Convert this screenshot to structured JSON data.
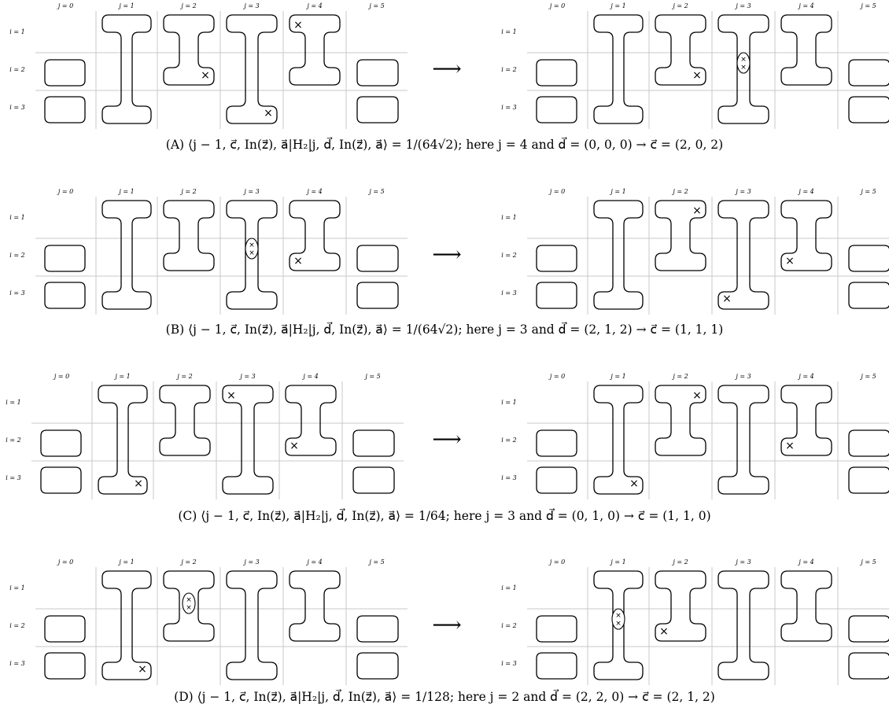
{
  "j_labels": [
    "j = 0",
    "j = 1",
    "j = 2",
    "j = 3",
    "j = 4",
    "j = 5"
  ],
  "i_labels": [
    "i = 1",
    "i = 2",
    "i = 3"
  ],
  "arrow": "⟶",
  "cross_symbol": "×",
  "panels": [
    {
      "id": "A",
      "caption_prefix": "(A)",
      "caption_expr": "⟨j − 1, c⃗, In(z⃗), a⃗|H₂|j, d⃗, In(z⃗), a⃗⟩ = 1/(64√2); here j = 4 and d⃗ = (0, 0, 0) → c⃗ = (2, 0, 2)",
      "left": {
        "columns": [
          {
            "j": 0,
            "shape": "cap",
            "crosses": []
          },
          {
            "j": 1,
            "shape": "tall",
            "crosses": []
          },
          {
            "j": 2,
            "shape": "short",
            "crosses": [
              "bottom-right"
            ]
          },
          {
            "j": 3,
            "shape": "tall",
            "crosses": [
              "bottom-right"
            ]
          },
          {
            "j": 4,
            "shape": "short",
            "crosses": [
              "top-left"
            ]
          },
          {
            "j": 5,
            "shape": "cap",
            "crosses": []
          }
        ],
        "pinch": null
      },
      "right": {
        "columns": [
          {
            "j": 0,
            "shape": "cap",
            "crosses": []
          },
          {
            "j": 1,
            "shape": "tall",
            "crosses": []
          },
          {
            "j": 2,
            "shape": "short",
            "crosses": [
              "bottom-right"
            ]
          },
          {
            "j": 3,
            "shape": "tall",
            "crosses": []
          },
          {
            "j": 4,
            "shape": "short",
            "crosses": []
          },
          {
            "j": 5,
            "shape": "cap",
            "crosses": []
          }
        ],
        "pinch": {
          "j": 3,
          "where": "stem-top"
        }
      }
    },
    {
      "id": "B",
      "caption_prefix": "(B)",
      "caption_expr": "⟨j − 1, c⃗, In(z⃗), a⃗|H₂|j, d⃗, In(z⃗), a⃗⟩ = 1/(64√2); here j = 3 and d⃗ = (2, 1, 2) → c⃗ = (1, 1, 1)",
      "left": {
        "columns": [
          {
            "j": 0,
            "shape": "cap",
            "crosses": []
          },
          {
            "j": 1,
            "shape": "tall",
            "crosses": []
          },
          {
            "j": 2,
            "shape": "short",
            "crosses": []
          },
          {
            "j": 3,
            "shape": "tall",
            "crosses": []
          },
          {
            "j": 4,
            "shape": "short",
            "crosses": [
              "bottom-left"
            ]
          },
          {
            "j": 5,
            "shape": "cap",
            "crosses": []
          }
        ],
        "pinch": {
          "j": 3,
          "where": "stem-top"
        }
      },
      "right": {
        "columns": [
          {
            "j": 0,
            "shape": "cap",
            "crosses": []
          },
          {
            "j": 1,
            "shape": "tall",
            "crosses": []
          },
          {
            "j": 2,
            "shape": "short",
            "crosses": [
              "top-right"
            ]
          },
          {
            "j": 3,
            "shape": "tall",
            "crosses": [
              "bottom-left"
            ]
          },
          {
            "j": 4,
            "shape": "short",
            "crosses": [
              "bottom-left"
            ]
          },
          {
            "j": 5,
            "shape": "cap",
            "crosses": []
          }
        ],
        "pinch": null
      }
    },
    {
      "id": "C",
      "caption_prefix": "(C)",
      "caption_expr": "⟨j − 1, c⃗, In(z⃗), a⃗|H₂|j, d⃗, In(z⃗), a⃗⟩ = 1/64; here j = 3 and d⃗ = (0, 1, 0) → c⃗ = (1, 1, 0)",
      "left": {
        "columns": [
          {
            "j": 0,
            "shape": "cap",
            "crosses": []
          },
          {
            "j": 1,
            "shape": "tall",
            "crosses": [
              "bottom-right"
            ]
          },
          {
            "j": 2,
            "shape": "short",
            "crosses": []
          },
          {
            "j": 3,
            "shape": "tall",
            "crosses": [
              "top-left"
            ]
          },
          {
            "j": 4,
            "shape": "short",
            "crosses": [
              "bottom-left"
            ]
          },
          {
            "j": 5,
            "shape": "cap",
            "crosses": []
          }
        ],
        "pinch": null
      },
      "right": {
        "columns": [
          {
            "j": 0,
            "shape": "cap",
            "crosses": []
          },
          {
            "j": 1,
            "shape": "tall",
            "crosses": [
              "bottom-right"
            ]
          },
          {
            "j": 2,
            "shape": "short",
            "crosses": [
              "top-right"
            ]
          },
          {
            "j": 3,
            "shape": "tall",
            "crosses": []
          },
          {
            "j": 4,
            "shape": "short",
            "crosses": [
              "bottom-left"
            ]
          },
          {
            "j": 5,
            "shape": "cap",
            "crosses": []
          }
        ],
        "pinch": null
      }
    },
    {
      "id": "D",
      "caption_prefix": "(D)",
      "caption_expr": "⟨j − 1, c⃗, In(z⃗), a⃗|H₂|j, d⃗, In(z⃗), a⃗⟩ = 1/128; here j = 2 and d⃗ = (2, 2, 0) → c⃗ = (2, 1, 2)",
      "left": {
        "columns": [
          {
            "j": 0,
            "shape": "cap",
            "crosses": []
          },
          {
            "j": 1,
            "shape": "tall",
            "crosses": [
              "bottom-right"
            ]
          },
          {
            "j": 2,
            "shape": "short",
            "crosses": []
          },
          {
            "j": 3,
            "shape": "tall",
            "crosses": []
          },
          {
            "j": 4,
            "shape": "short",
            "crosses": []
          },
          {
            "j": 5,
            "shape": "cap",
            "crosses": []
          }
        ],
        "pinch": {
          "j": 2,
          "where": "short-neck"
        }
      },
      "right": {
        "columns": [
          {
            "j": 0,
            "shape": "cap",
            "crosses": []
          },
          {
            "j": 1,
            "shape": "tall",
            "crosses": []
          },
          {
            "j": 2,
            "shape": "short",
            "crosses": [
              "bottom-left"
            ]
          },
          {
            "j": 3,
            "shape": "tall",
            "crosses": []
          },
          {
            "j": 4,
            "shape": "short",
            "crosses": []
          },
          {
            "j": 5,
            "shape": "cap",
            "crosses": []
          }
        ],
        "pinch": {
          "j": 1,
          "where": "stem-top"
        }
      }
    }
  ]
}
